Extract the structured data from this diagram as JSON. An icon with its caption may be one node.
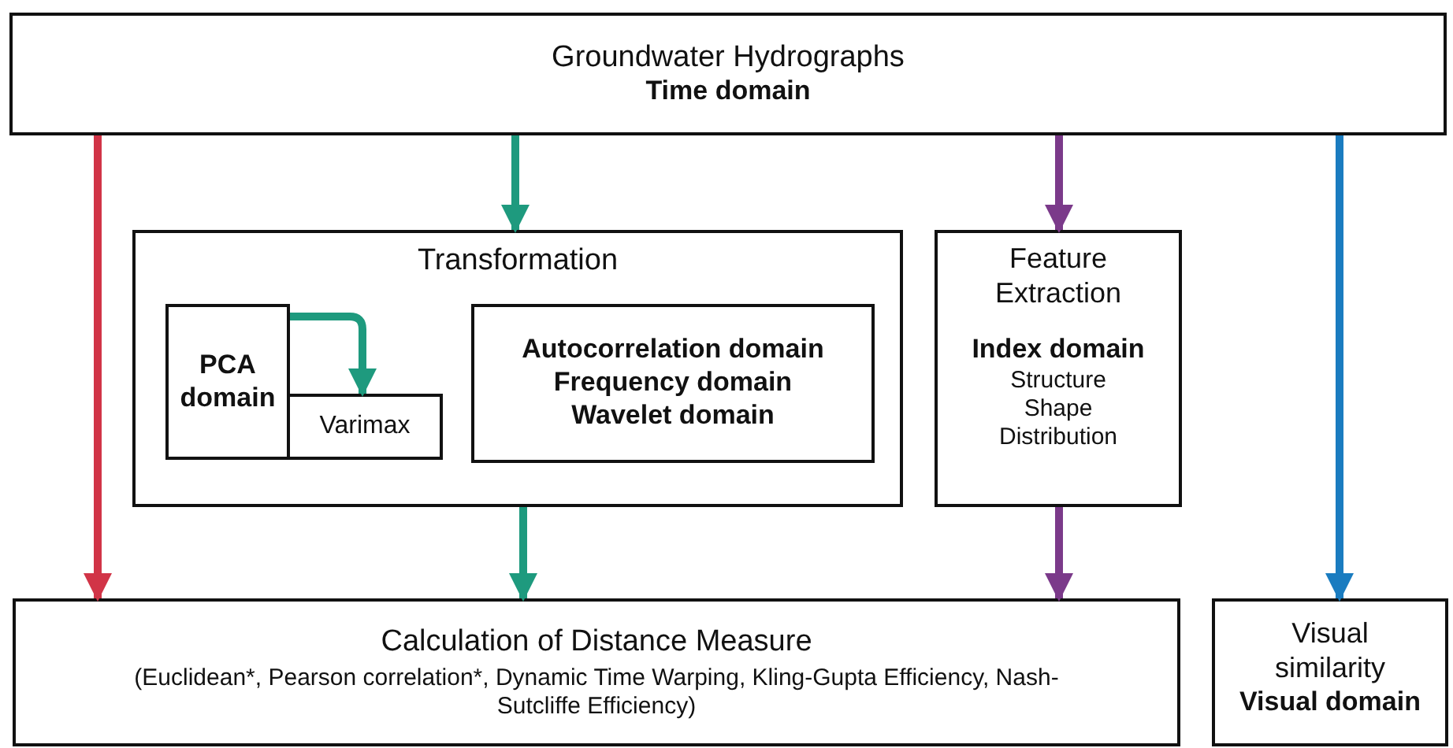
{
  "diagram": {
    "nodes": [
      {
        "text": [
          "Groundwater Hydrographs",
          "Time domain"
        ]
      },
      {
        "text": [
          "Transformation"
        ]
      },
      {
        "text": [
          "PCA domain"
        ],
        "in": 1
      },
      {
        "text": [
          "Varimax"
        ],
        "in": 1
      },
      {
        "text": [
          "Autocorrelation domain",
          "Frequency domain",
          "Wavelet domain"
        ],
        "in": 1
      },
      {
        "text": [
          "Feature Extraction",
          "Index domain",
          "Structure",
          "Shape",
          "Distribution"
        ]
      },
      {
        "text": [
          "Calculation of Distance Measure",
          "(Euclidean*, Pearson correlation*, Dynamic Time Warping, Kling-Gupta Efficiency, Nash-Sutcliffe Efficiency)"
        ]
      },
      {
        "text": [
          "Visual similarity",
          "Visual domain"
        ]
      }
    ],
    "edges": [
      {
        "from": 0,
        "to": 6,
        "arrow": "to",
        "color": "#d13447"
      },
      {
        "from": 0,
        "to": 1,
        "arrow": "to",
        "color": "#1e9a7e"
      },
      {
        "from": 0,
        "to": 5,
        "arrow": "to",
        "color": "#7b3a8a"
      },
      {
        "from": 0,
        "to": 7,
        "arrow": "to",
        "color": "#1a7cc0"
      },
      {
        "from": 2,
        "to": 3,
        "arrow": "to",
        "color": "#1e9a7e"
      },
      {
        "from": 1,
        "to": 6,
        "arrow": "to",
        "color": "#1e9a7e"
      },
      {
        "from": 5,
        "to": 6,
        "arrow": "to",
        "color": "#7b3a8a"
      }
    ]
  }
}
